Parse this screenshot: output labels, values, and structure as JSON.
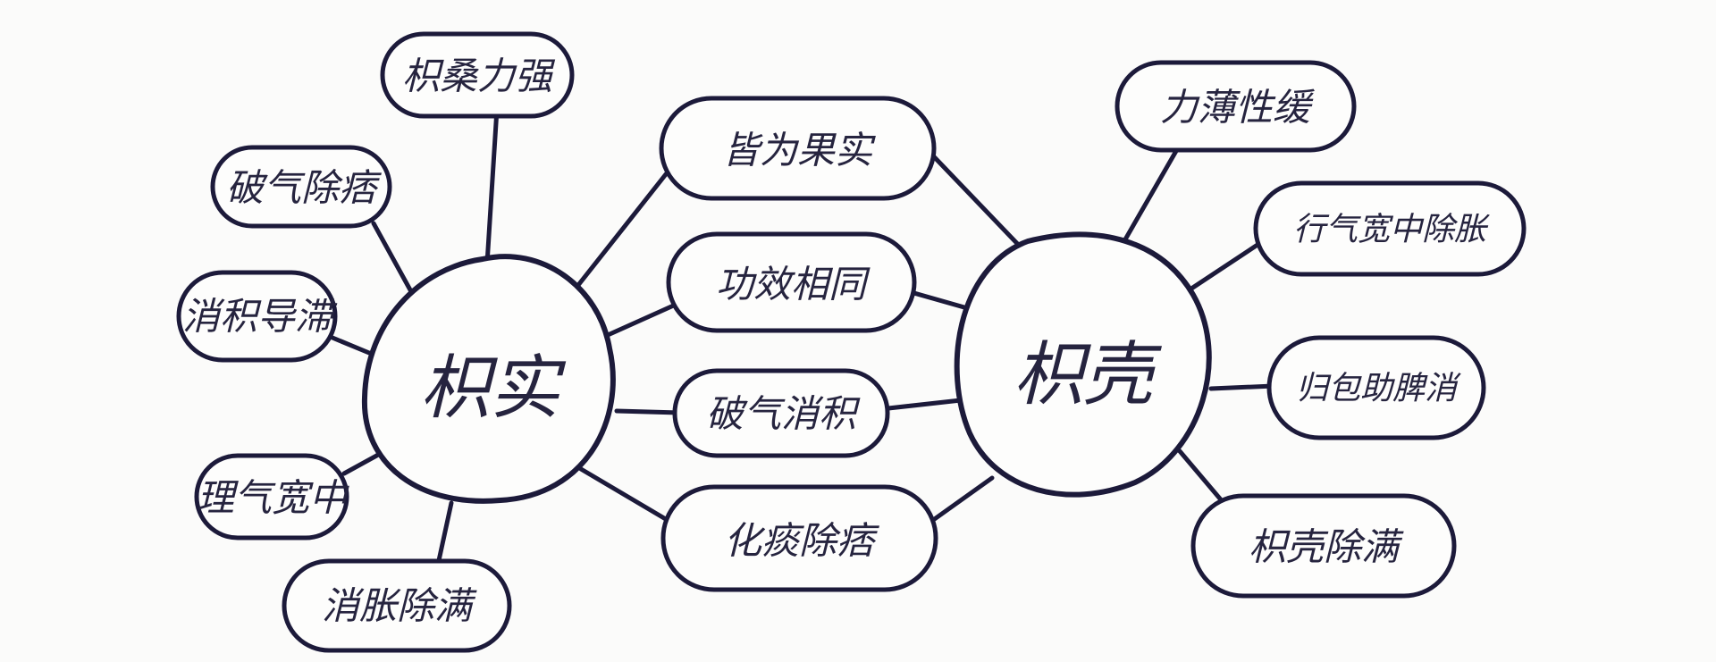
{
  "diagram": {
    "hubs": {
      "left": "枳实",
      "right": "枳壳"
    },
    "left_branches": {
      "top": "枳桑力强",
      "upper_left": "破气除痞",
      "middle_left": "消积导滞",
      "lower_left": "理气宽中",
      "bottom": "消胀除满"
    },
    "shared": {
      "first": "皆为果实",
      "second": "功效相同",
      "third": "破气消积",
      "fourth": "化痰除痞"
    },
    "right_branches": {
      "top": "力薄性缓",
      "upper_right": "行气宽中除胀",
      "middle_right": "归包助脾消",
      "bottom": "枳壳除满"
    }
  },
  "colors": {
    "ink": "#1c1a3a",
    "paper": "#fbfbfa"
  }
}
